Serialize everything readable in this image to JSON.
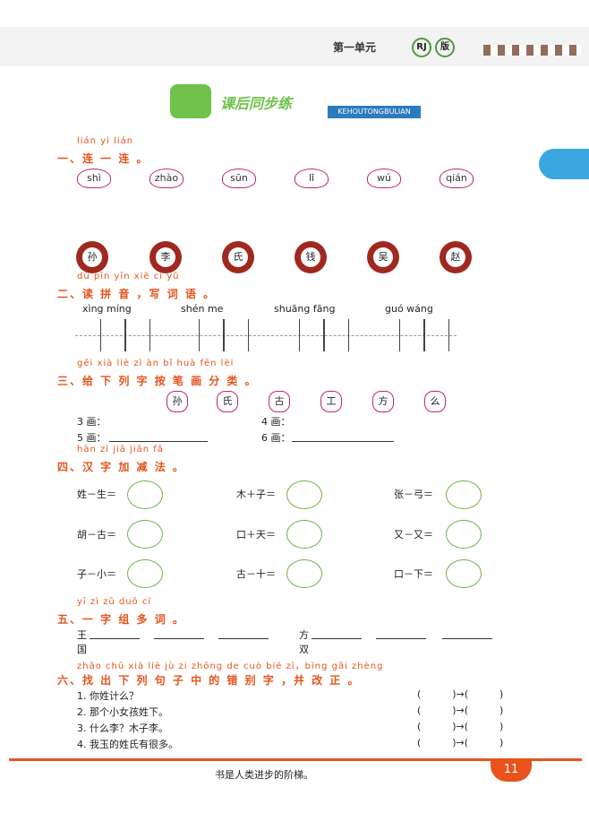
{
  "header": {
    "unit": "第一单元",
    "badge1": "RJ",
    "badge2": "版"
  },
  "banner": {
    "title": "课后同步练",
    "subtitle": "KEHOUTONGBULIAN"
  },
  "sec1": {
    "pinyin": "lián yi lián",
    "title": "一、连 一 连 。",
    "shells": [
      "shì",
      "zhào",
      "sūn",
      "lǐ",
      "wú",
      "qián"
    ],
    "flowers": [
      "孙",
      "李",
      "氏",
      "钱",
      "吴",
      "赵"
    ]
  },
  "sec2": {
    "pinyin": "dú pīn yīn   xiě cí yǔ",
    "title": "二、读 拼 音 ，写 词 语 。",
    "groups": [
      "xìng míng",
      "shén me",
      "shuāng fāng",
      "guó wáng"
    ]
  },
  "sec3": {
    "pinyin": "gěi xià liè zì àn bǐ huà fēn lèi",
    "title": "三、给 下 列 字 按 笔 画 分 类 。",
    "chars": [
      "孙",
      "氏",
      "古",
      "工",
      "方",
      "么"
    ],
    "l3": "3 画：",
    "l4": "4 画：",
    "l5": "5 画：",
    "l6": "6 画："
  },
  "sec4": {
    "pinyin": "hàn zì jiā jiǎn fǎ",
    "title": "四、汉 字 加 减 法 。",
    "eqs": [
      "姓－生＝",
      "木＋子＝",
      "张－弓＝",
      "胡－古＝",
      "口＋天＝",
      "又－又＝",
      "子－小＝",
      "古－十＝",
      "口－下＝"
    ]
  },
  "sec5": {
    "pinyin": "yī zì zǔ duō cí",
    "title": "五、一 字 组 多 词 。",
    "chars": [
      "王",
      "国",
      "方",
      "双"
    ]
  },
  "sec6": {
    "pinyin": "zhǎo chū xià liè jù zi zhōng de cuò bié zì，bìng gǎi zhèng",
    "title": "六、找 出 下 列 句 子 中 的 错 别 字 ，并 改 正 。",
    "lines": [
      "1. 你姓计么？",
      "2. 那个小女孩姓下。",
      "3. 什么李？木子李。",
      "4. 我玉的姓氏有很多。"
    ],
    "blank": "(          )→(          )"
  },
  "footer": {
    "motto": "书是人类进步的阶梯。",
    "page": "11"
  }
}
